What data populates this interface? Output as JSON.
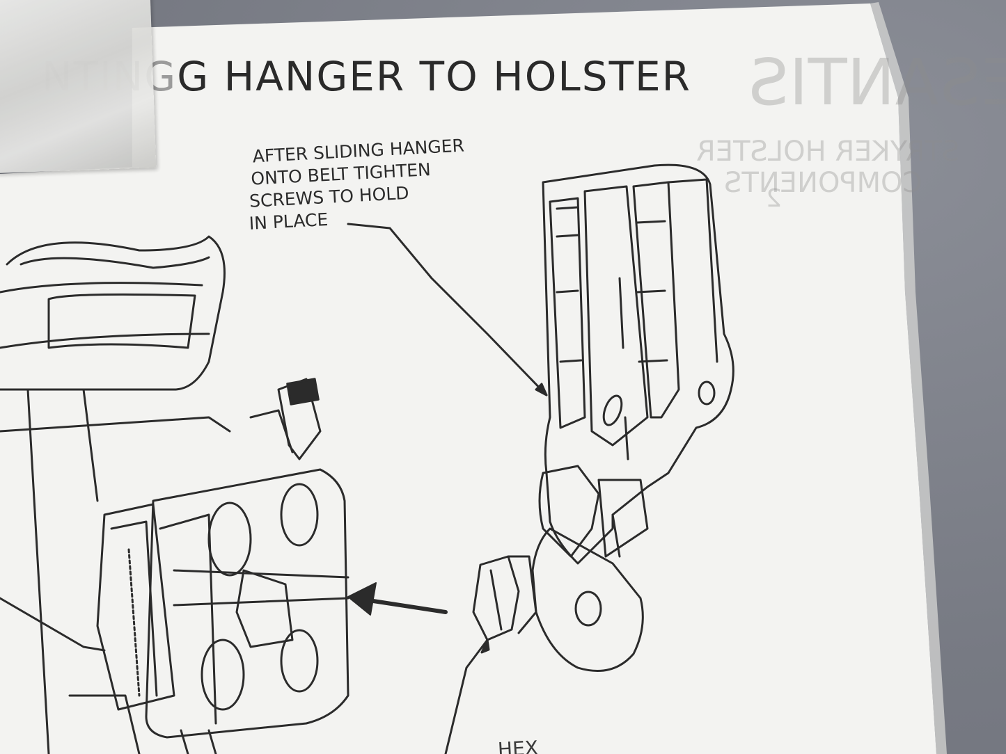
{
  "title": {
    "cut_prefix": "NTING",
    "main": "G HANGER TO HOLSTER"
  },
  "callout": {
    "line1": "AFTER SLIDING HANGER",
    "line2": "ONTO BELT TIGHTEN",
    "line3": "SCREWS TO HOLD",
    "line4": "IN PLACE"
  },
  "bottom_text": "HEX",
  "colors": {
    "paper": "#f3f3f1",
    "ink": "#2b2b2b",
    "background": "#7d8089"
  }
}
